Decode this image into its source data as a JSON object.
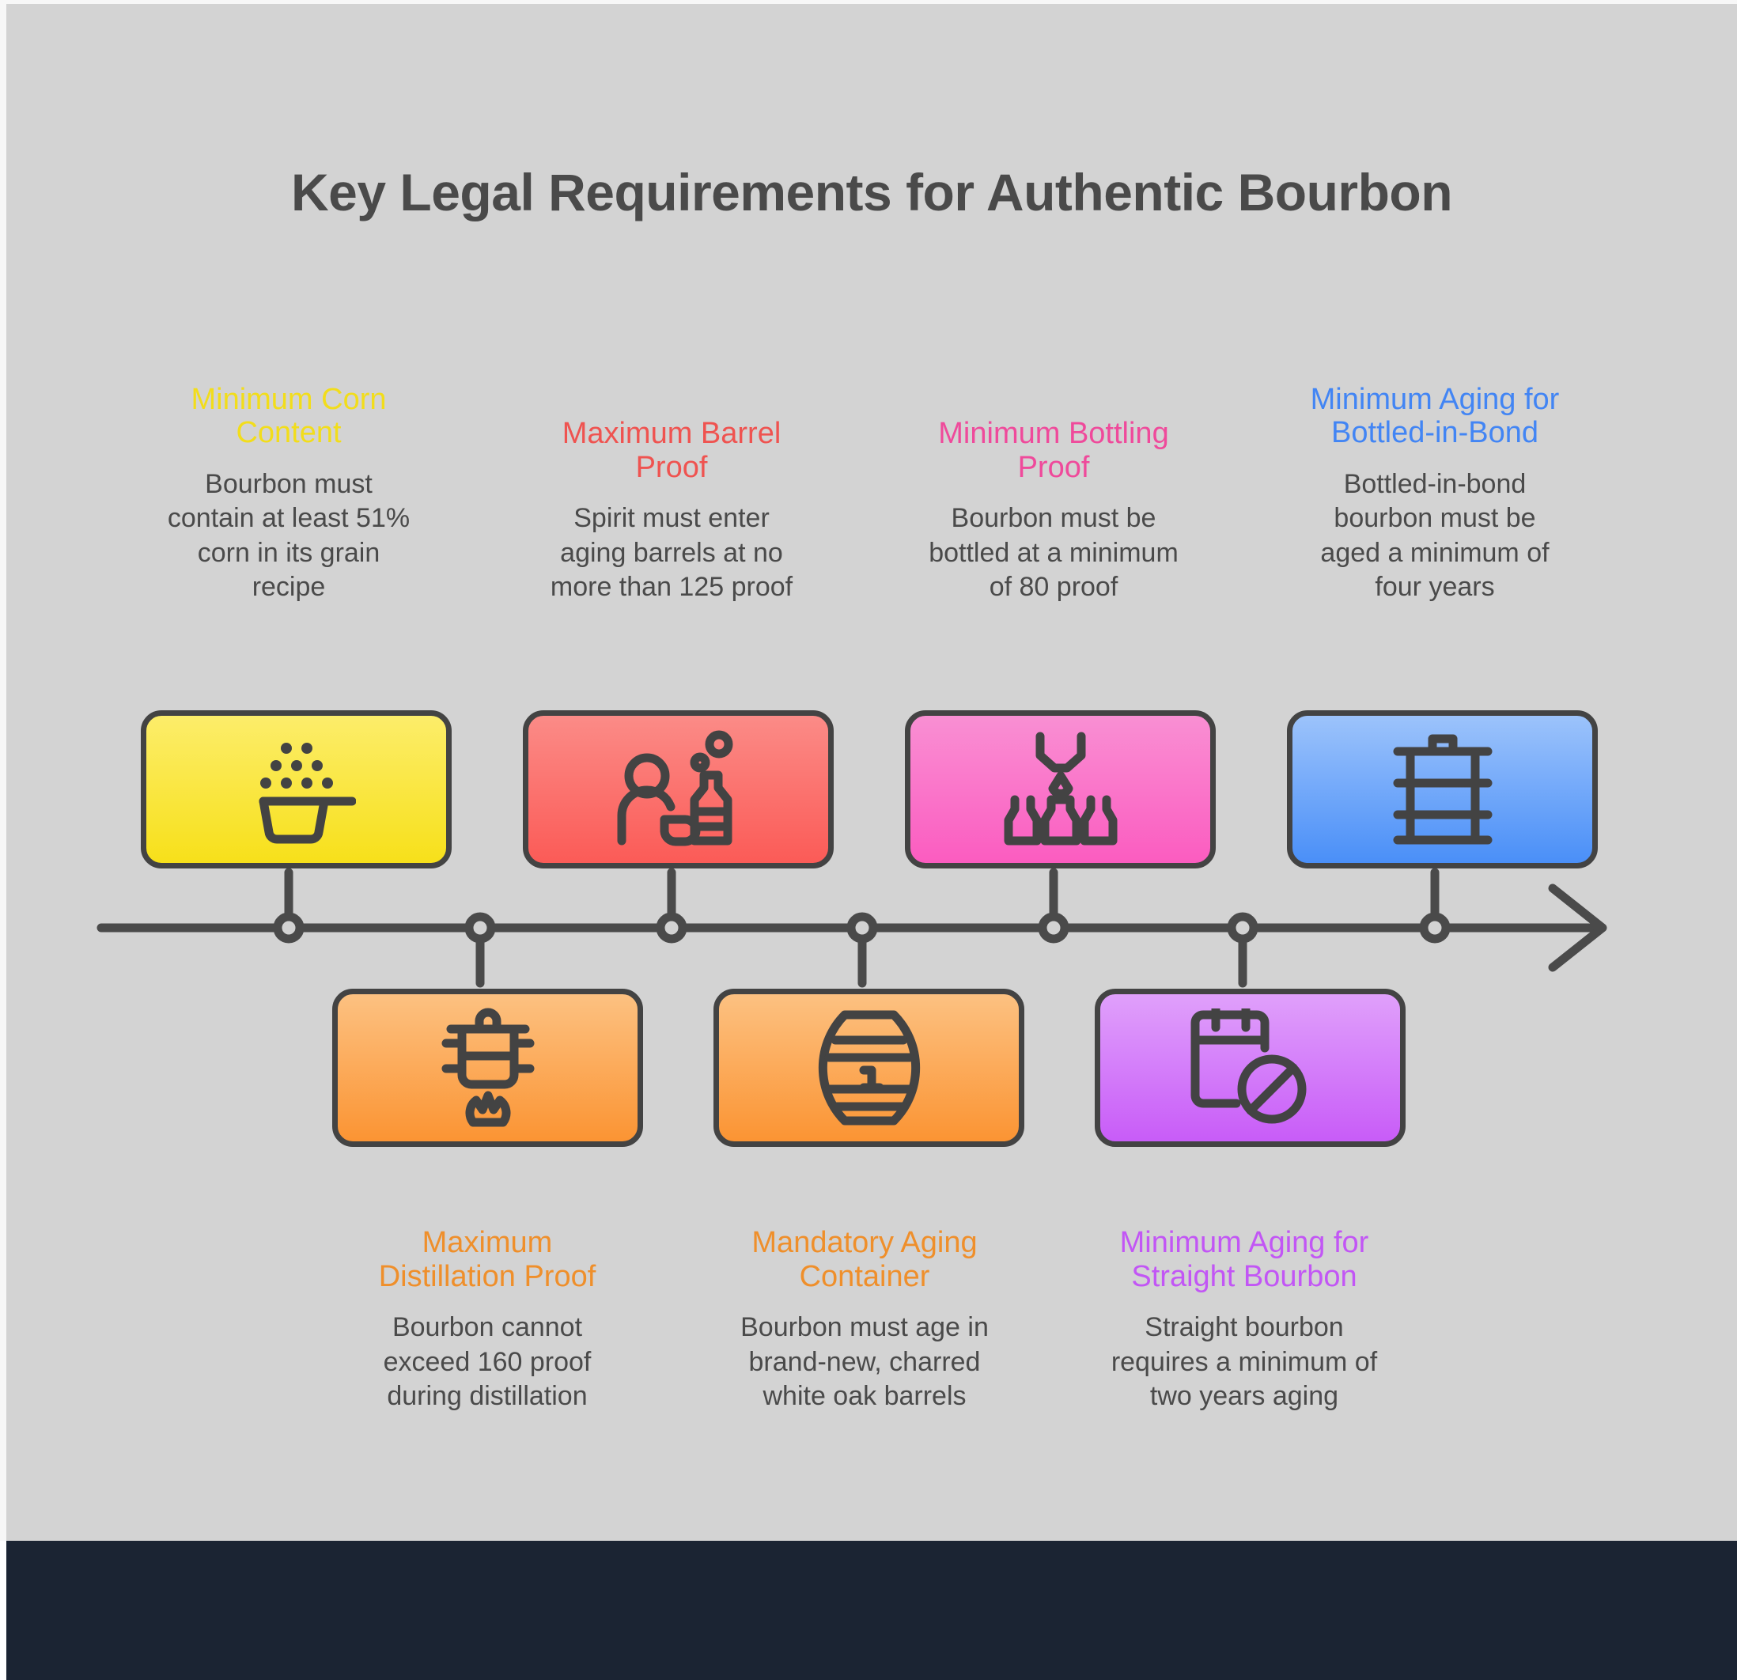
{
  "theme": {
    "background": "#d3d3d3",
    "page_edge": "#f7f7f7",
    "footer": "#1b2433",
    "line": "#4a4a4a",
    "body_text": "#4a4a4a",
    "title_text": "#4a4a4a"
  },
  "header": {
    "title": "Key Legal Requirements for Authentic Bourbon"
  },
  "timeline": {
    "orientation": "horizontal",
    "arrow_direction": "right",
    "node_count": 7,
    "top_items_count": 4,
    "bottom_items_count": 3
  },
  "items_top": [
    {
      "heading": "Minimum Corn Content",
      "body": "Bourbon must contain at least 51% corn in its grain recipe",
      "color": "#f2dd1b",
      "gradient_from": "#fced6a",
      "gradient_to": "#f7e01a",
      "icon": "grain-scoop-icon"
    },
    {
      "heading": "Maximum Barrel Proof",
      "body": "Spirit must enter aging barrels at no more than 125 proof",
      "color": "#ef5350",
      "gradient_from": "#fb8b87",
      "gradient_to": "#fb5b57",
      "icon": "person-with-bottle-icon"
    },
    {
      "heading": "Minimum Bottling Proof",
      "body": "Bourbon must be bottled at a minimum of 80 proof",
      "color": "#ef4a9b",
      "gradient_from": "#f98fd3",
      "gradient_to": "#fb5cc0",
      "icon": "bottle-filler-icon"
    },
    {
      "heading": "Minimum Aging for Bottled-in-Bond",
      "body": "Bottled-in-bond bourbon must be aged a minimum of four years",
      "color": "#4285f4",
      "gradient_from": "#9cc3fb",
      "gradient_to": "#4a8ff8",
      "icon": "steel-drum-icon"
    }
  ],
  "items_bottom": [
    {
      "heading": "Maximum Distillation Proof",
      "body": "Bourbon cannot exceed 160 proof during distillation",
      "color": "#ef8f2b",
      "gradient_from": "#fcc181",
      "gradient_to": "#fb9433",
      "icon": "still-over-flame-icon"
    },
    {
      "heading": "Mandatory Aging Container",
      "body": "Bourbon must age in brand-new, charred white oak barrels",
      "color": "#ef8f2b",
      "gradient_from": "#fcc181",
      "gradient_to": "#fb9433",
      "icon": "oak-barrel-icon"
    },
    {
      "heading": "Minimum Aging for Straight Bourbon",
      "body": "Straight bourbon requires a minimum of two years aging",
      "color": "#c256f5",
      "gradient_from": "#e0a0fb",
      "gradient_to": "#c85cf8",
      "icon": "calendar-blocked-icon"
    }
  ]
}
